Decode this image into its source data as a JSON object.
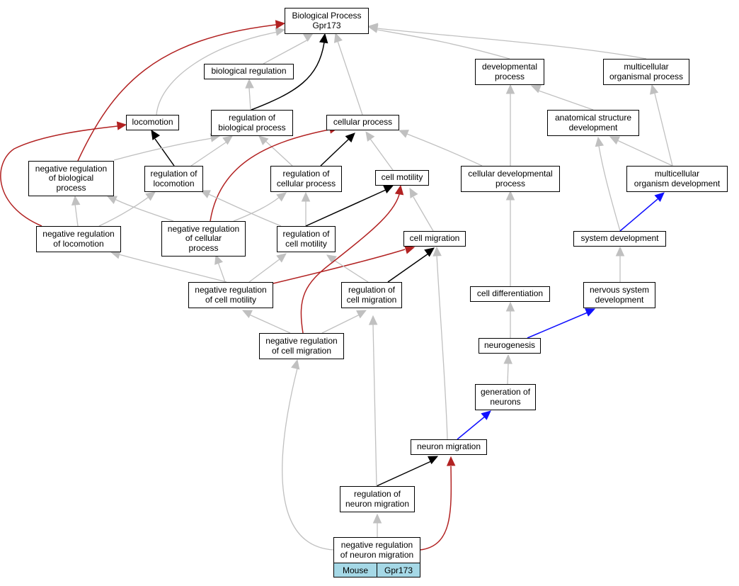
{
  "nodes": {
    "bp": "Biological Process\nGpr173",
    "biological_regulation": "biological regulation",
    "developmental_process": "developmental\nprocess",
    "multicellular_organismal_process": "multicellular\norganismal process",
    "locomotion": "locomotion",
    "regulation_of_biological_process": "regulation of\nbiological process",
    "cellular_process": "cellular process",
    "anatomical_structure_development": "anatomical structure\ndevelopment",
    "negative_regulation_of_biological_process": "negative regulation\nof biological\nprocess",
    "regulation_of_locomotion": "regulation of\nlocomotion",
    "regulation_of_cellular_process": "regulation of\ncellular process",
    "cell_motility": "cell motility",
    "cellular_developmental_process": "cellular developmental\nprocess",
    "multicellular_organism_development": "multicellular\norganism development",
    "negative_regulation_of_locomotion": "negative regulation\nof locomotion",
    "negative_regulation_of_cellular_process": "negative regulation\nof cellular\nprocess",
    "regulation_of_cell_motility": "regulation of\ncell motility",
    "cell_migration": "cell migration",
    "system_development": "system development",
    "negative_regulation_of_cell_motility": "negative regulation\nof cell motility",
    "regulation_of_cell_migration": "regulation of\ncell migration",
    "cell_differentiation": "cell differentiation",
    "nervous_system_development": "nervous system\ndevelopment",
    "negative_regulation_of_cell_migration": "negative regulation\nof cell migration",
    "neurogenesis": "neurogenesis",
    "generation_of_neurons": "generation of\nneurons",
    "neuron_migration": "neuron migration",
    "regulation_of_neuron_migration": "regulation of\nneuron migration",
    "negative_regulation_of_neuron_migration": "negative regulation\nof neuron migration"
  },
  "leaf_annotation": {
    "species": "Mouse",
    "gene": "Gpr173"
  },
  "edge_colors": {
    "is_a": "#c0c0c0",
    "part_of": "#1010ff",
    "regulates": "#000000",
    "negatively_regulates": "#b22222"
  }
}
